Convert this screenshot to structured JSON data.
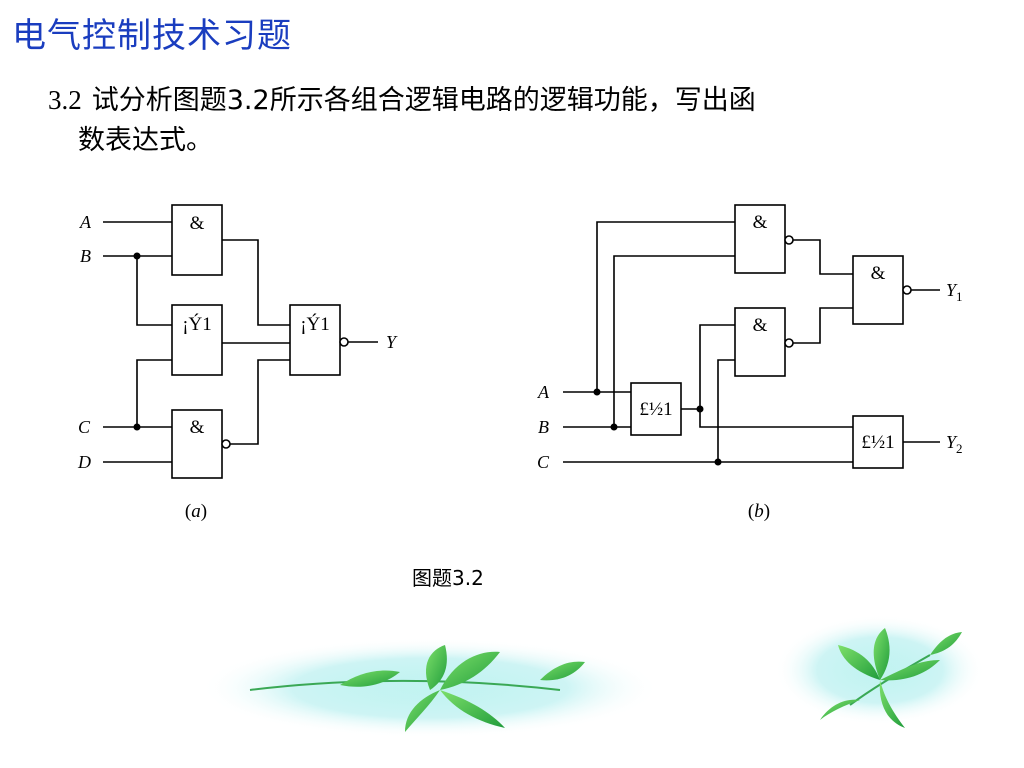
{
  "slide": {
    "title": "电气控制技术习题",
    "question_number": "3.2",
    "question_line1": "试分析图题3.2所示各组合逻辑电路的逻辑功能，写出函",
    "question_line2": "数表达式。",
    "figure_caption": "图题3.2"
  },
  "circuit_a": {
    "caption": "(a)",
    "caption_letter": "a",
    "inputs": [
      "A",
      "B",
      "C",
      "D"
    ],
    "output": "Y",
    "gates": {
      "and_top": "&",
      "or_mid": "¡Ý1",
      "and_bottom": "&",
      "or_out": "¡Ý1"
    }
  },
  "circuit_b": {
    "caption": "(b)",
    "caption_letter": "b",
    "inputs": [
      "A",
      "B",
      "C"
    ],
    "output_y1": "Y",
    "output_y1_sub": "1",
    "output_y2": "Y",
    "output_y2_sub": "2",
    "gates": {
      "nand_top": "&",
      "nand_mid": "&",
      "nand_out": "&",
      "xor_left": "£½1",
      "xor_right": "£½1"
    }
  },
  "colors": {
    "title": "#1a3dbf",
    "leaf_green": "#3cb84a",
    "leaf_glow": "#8fe6e6"
  }
}
